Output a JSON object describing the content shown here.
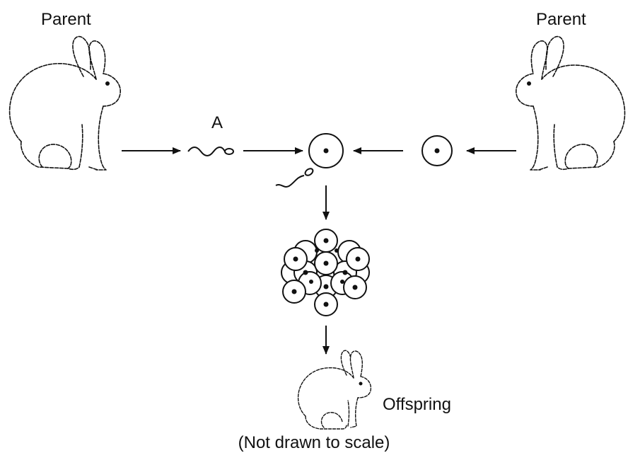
{
  "labels": {
    "parent_left": "Parent",
    "parent_right": "Parent",
    "sperm_label": "A",
    "offspring": "Offspring",
    "note": "(Not drawn to scale)"
  },
  "colors": {
    "ink": "#111111",
    "background": "#ffffff"
  }
}
